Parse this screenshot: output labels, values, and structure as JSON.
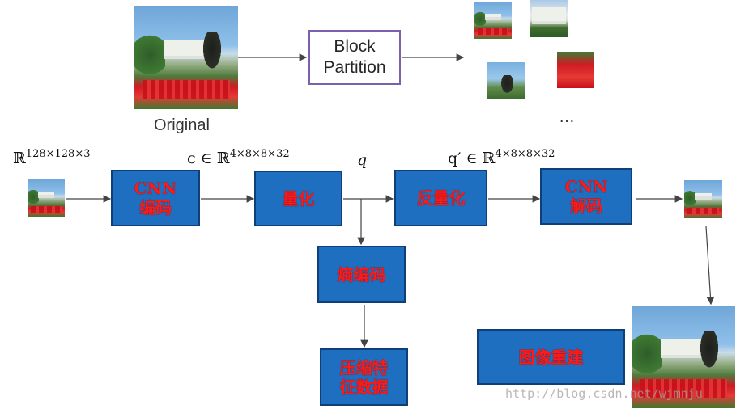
{
  "original_label": "Original",
  "partition_box": {
    "line1": "Block",
    "line2": "Partition"
  },
  "ellipsis": "…",
  "input_space": {
    "base": "ℝ",
    "exp": "128×128×3"
  },
  "c_space": {
    "prefix": "c ∈ ℝ",
    "exp": "4×8×8×32"
  },
  "q_label": "q",
  "qprime_space": {
    "prefix": "q′ ∈ ℝ",
    "exp": "4×8×8×32"
  },
  "boxes": {
    "cnn_encode": {
      "line1": "CNN",
      "line2": "编码"
    },
    "quantize": "量化",
    "dequantize": "反量化",
    "cnn_decode": {
      "line1": "CNN",
      "line2": "解码"
    },
    "entropy": "熵编码",
    "compressed": {
      "line1": "压缩特",
      "line2": "征数据"
    },
    "reconstruct": "图像重建"
  },
  "watermark": "http://blog.csdn.net/wjmnju",
  "colors": {
    "box_fill": "#1f6fc0",
    "box_text": "#ff1a1a",
    "partition_border": "#7d5fb0"
  }
}
